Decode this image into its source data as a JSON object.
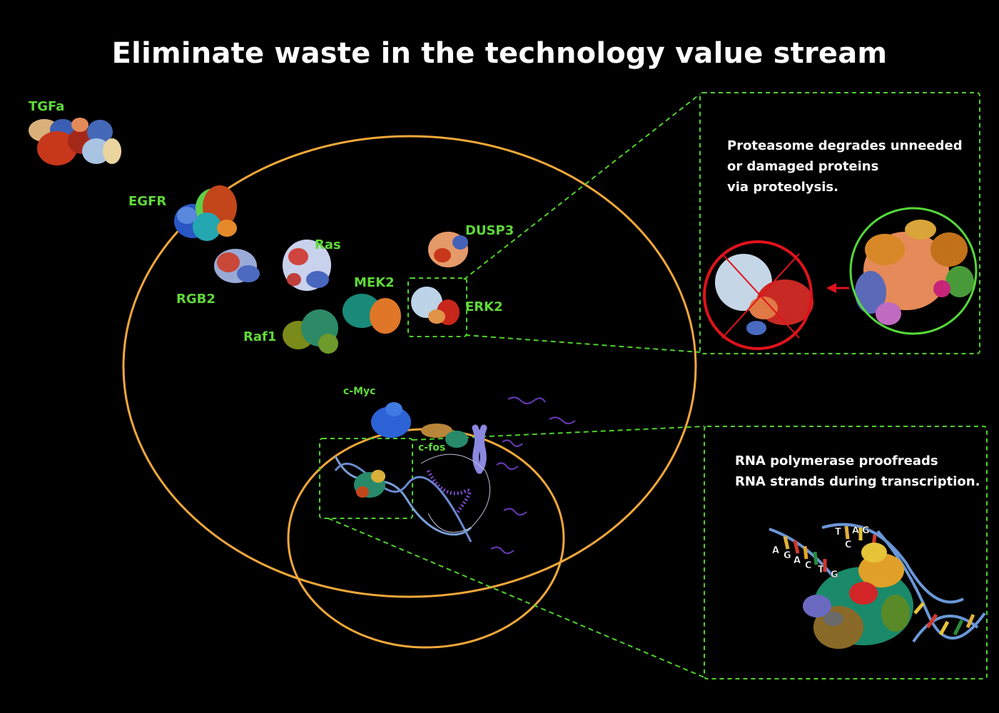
{
  "title": "Eliminate waste in the technology value stream",
  "colors": {
    "background": "#000000",
    "label": "#5fd93a",
    "circle": "#f2a83a",
    "dashed": "#4fd12b",
    "reject": "#e0121b",
    "accept": "#55d93a"
  },
  "labels": {
    "tgfa": "TGFa",
    "egfr": "EGFR",
    "rgb2": "RGB2",
    "ras": "Ras",
    "raf1": "Raf1",
    "mek2": "MEK2",
    "dusp3": "DUSP3",
    "erk2": "ERK2",
    "cmyc": "c-Myc",
    "cfos": "c-fos"
  },
  "callouts": {
    "proteasome": {
      "lines": [
        "Proteasome degrades unneeded",
        "or damaged proteins",
        "via proteolysis."
      ]
    },
    "polymerase": {
      "lines": [
        "RNA polymerase proofreads",
        "RNA strands during transcription."
      ]
    }
  },
  "dna_bases": {
    "left_strand": [
      "A",
      "G",
      "A",
      "C",
      "T",
      "G"
    ],
    "right_strand": [
      "T",
      "C",
      "A",
      "G"
    ]
  }
}
